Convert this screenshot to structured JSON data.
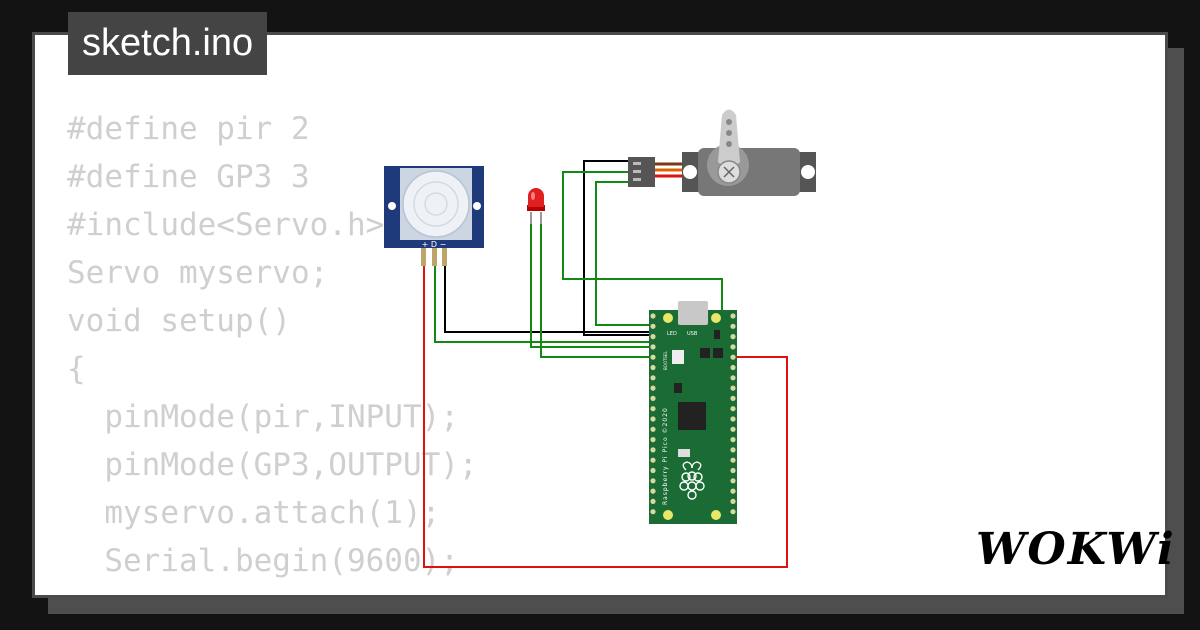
{
  "header": {
    "title": "sketch.ino"
  },
  "editor": {
    "lines": [
      "#define pir 2",
      "#define GP3 3",
      "#include<Servo.h>",
      "Servo myservo;",
      "void setup()",
      "{",
      "  pinMode(pir,INPUT);",
      "  pinMode(GP3,OUTPUT);",
      "  myservo.attach(1);",
      "  Serial.begin(9600);",
      "}"
    ]
  },
  "pir": {
    "pin_labels": "+ D −"
  },
  "pico": {
    "led_label": "LED",
    "usb_label": "USB",
    "bootsel_label": "BOOTSEL",
    "board_text": "Raspberry Pi Pico ©2020"
  },
  "brand": {
    "logo": "WOKWi"
  },
  "colors": {
    "background": "#131313",
    "card": "#ffffff",
    "code_text": "#cfcfcf",
    "title_bg": "#444444",
    "pcb_green": "#1a6b34",
    "pir_blue": "#1f3a7a",
    "wire_red": "#e01010",
    "wire_green": "#128a12",
    "wire_black": "#000000"
  }
}
